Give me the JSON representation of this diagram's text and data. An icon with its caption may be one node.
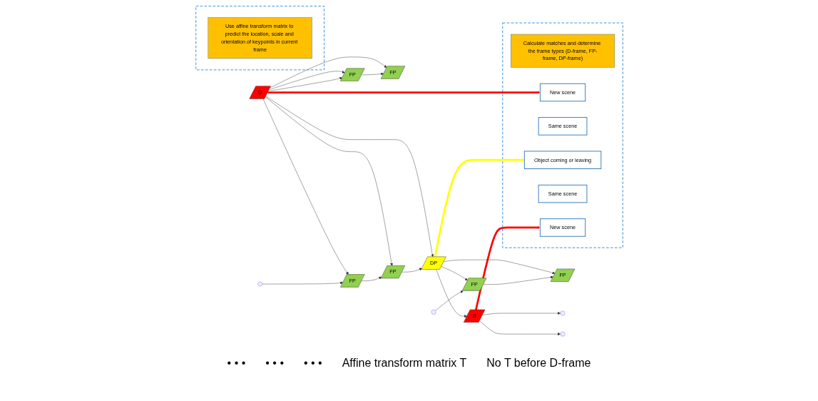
{
  "diagram": {
    "nodes": [
      {
        "text": [],
        "shape": "box"
      },
      {
        "text": [
          "Calculate matches and determine the frame types (D-frame, FP-frame, DP-frame)"
        ],
        "in": 0
      },
      {
        "text": [
          "New scene"
        ],
        "in": 0
      },
      {
        "text": [
          "Same scene"
        ],
        "in": 0
      },
      {
        "text": [
          "Object coming or leaving"
        ],
        "in": 0
      },
      {
        "text": [
          "Same scene"
        ],
        "in": 0
      },
      {
        "text": [
          "New scene"
        ],
        "in": 0
      },
      {
        "text": [
          "D"
        ]
      },
      {
        "text": [
          "FP"
        ]
      },
      {
        "text": [
          "FP"
        ]
      },
      {
        "text": [
          "FP"
        ]
      },
      {
        "text": [
          "FP"
        ]
      },
      {
        "text": [
          "DP"
        ]
      },
      {
        "text": [
          "FP"
        ]
      },
      {
        "text": [
          "FP"
        ]
      },
      {
        "text": [
          "D"
        ]
      },
      {
        "text": [],
        "shape": "box"
      },
      {
        "text": [
          "Use affine transform matrix to predict the location, scale and orientation of keypoints in current frame"
        ],
        "in": 16
      }
    ],
    "edges": [
      {
        "from": 7,
        "to": 2,
        "arrow": "to",
        "style": "thick",
        "color": "#ff0000"
      },
      {
        "from": 12,
        "to": 4,
        "arrow": "to",
        "style": "thick",
        "color": "#ffff00"
      },
      {
        "from": 15,
        "to": 6,
        "arrow": "to",
        "style": "thick",
        "color": "#ff0000"
      },
      {
        "from": 7,
        "to": 8,
        "arrow": "to"
      },
      {
        "from": 7,
        "to": 9,
        "arrow": "to"
      },
      {
        "from": 7,
        "to": 10,
        "arrow": "to"
      },
      {
        "from": 7,
        "to": 11,
        "arrow": "to"
      },
      {
        "from": 7,
        "to": 12,
        "arrow": "to"
      },
      {
        "from": 12,
        "to": 13,
        "arrow": "to"
      },
      {
        "from": 12,
        "to": 14,
        "arrow": "to"
      },
      {
        "from": 12,
        "to": 15,
        "arrow": "to"
      },
      {
        "from": 15,
        "to": null,
        "arrow": "to"
      },
      {
        "from": 7,
        "to": 8,
        "arrow": "to"
      },
      {
        "from": 8,
        "to": 9,
        "arrow": "to"
      },
      {
        "from": null,
        "to": 10,
        "arrow": "to"
      },
      {
        "from": 10,
        "to": 11,
        "arrow": "to"
      },
      {
        "from": 11,
        "to": 12,
        "arrow": "to"
      },
      {
        "from": null,
        "to": 13,
        "arrow": "to"
      },
      {
        "from": 13,
        "to": 14,
        "arrow": "to"
      },
      {
        "from": 15,
        "to": null,
        "arrow": "to"
      }
    ],
    "labels": [
      "• • •",
      "• • •",
      "• • •",
      "Affine transform matrix T",
      "No T before D-frame"
    ]
  }
}
